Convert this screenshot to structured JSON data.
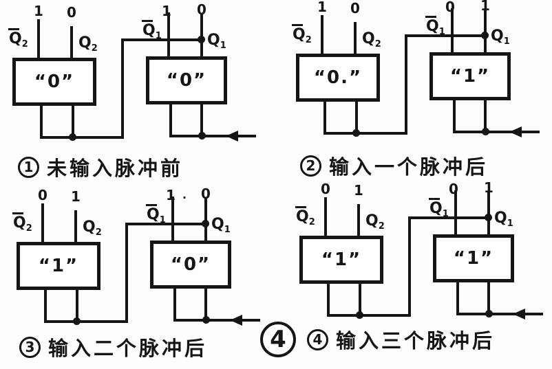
{
  "figure_title": "flip-flop-counter-state-sequence",
  "colors": {
    "ink": "#151515",
    "paper": "#fdfdfc"
  },
  "pins": {
    "q2bar": {
      "base": "Q",
      "sub": "2",
      "overbar": true
    },
    "q2": {
      "base": "Q",
      "sub": "2",
      "overbar": false
    },
    "q1bar": {
      "base": "Q",
      "sub": "1",
      "overbar": true
    },
    "q1": {
      "base": "Q",
      "sub": "1",
      "overbar": false
    }
  },
  "diagrams": [
    {
      "left_state": "“0”",
      "right_state": "“0”",
      "q2bar_value": "1",
      "q2_value": "0",
      "q1bar_value": "1",
      "q1_value": "0",
      "extra_mark": ""
    },
    {
      "left_state": "“0.”",
      "right_state": "“1”",
      "q2bar_value": "1",
      "q2_value": "0",
      "q1bar_value": "0",
      "q1_value": "1",
      "extra_mark": ""
    },
    {
      "left_state": "“1”",
      "right_state": "“0”",
      "q2bar_value": "0",
      "q2_value": "1",
      "q1bar_value": "1",
      "q1_value": "0",
      "extra_mark": "·"
    },
    {
      "left_state": "“1”",
      "right_state": "“1”",
      "q2bar_value": "0",
      "q2_value": "1",
      "q1bar_value": "0",
      "q1_value": "1",
      "extra_mark": ""
    }
  ],
  "captions": [
    {
      "number": "1",
      "text": "未输入脉冲前"
    },
    {
      "number": "2",
      "text": "输入一个脉冲后"
    },
    {
      "number": "3",
      "text": "输入二个脉冲后"
    },
    {
      "number": "4",
      "big_number": "4",
      "text": "输入三个脉冲后"
    }
  ]
}
